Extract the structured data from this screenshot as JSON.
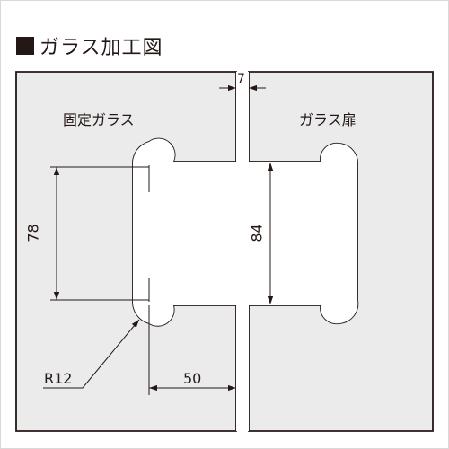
{
  "title": "ガラス加工図",
  "labels": {
    "fixed_glass": "固定ガラス",
    "glass_door": "ガラス扉"
  },
  "dimensions": {
    "gap": "7",
    "hole_spacing": "78",
    "cutout_height": "84",
    "offset": "50",
    "radius": "R12"
  },
  "colors": {
    "background": "#ebebeb",
    "line": "#231815"
  }
}
